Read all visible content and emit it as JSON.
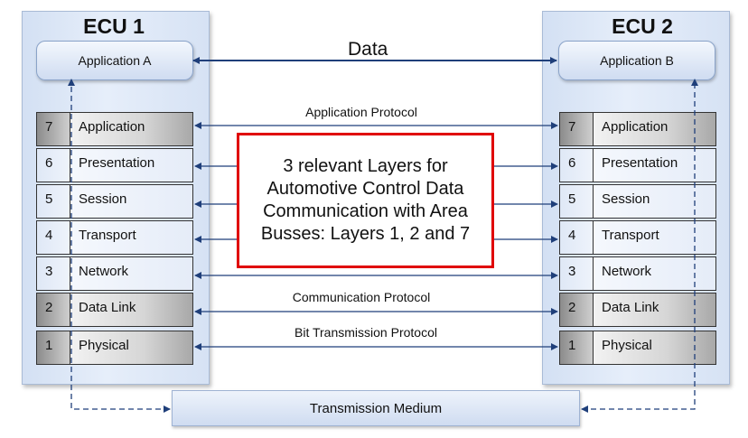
{
  "ecu1": {
    "title": "ECU 1",
    "app": "Application A",
    "layers": [
      {
        "num": "7",
        "name": "Application"
      },
      {
        "num": "6",
        "name": "Presentation"
      },
      {
        "num": "5",
        "name": "Session"
      },
      {
        "num": "4",
        "name": "Transport"
      },
      {
        "num": "3",
        "name": "Network"
      },
      {
        "num": "2",
        "name": "Data Link"
      },
      {
        "num": "1",
        "name": "Physical"
      }
    ]
  },
  "ecu2": {
    "title": "ECU 2",
    "app": "Application B",
    "layers": [
      {
        "num": "7",
        "name": "Application"
      },
      {
        "num": "6",
        "name": "Presentation"
      },
      {
        "num": "5",
        "name": "Session"
      },
      {
        "num": "4",
        "name": "Transport"
      },
      {
        "num": "3",
        "name": "Network"
      },
      {
        "num": "2",
        "name": "Data Link"
      },
      {
        "num": "1",
        "name": "Physical"
      }
    ]
  },
  "data_label": "Data",
  "protocols": {
    "application": "Application Protocol",
    "communication": "Communication Protocol",
    "bit_transmission": "Bit Transmission Protocol"
  },
  "callout": "3 relevant Layers for Automotive Control Data Communication with Area Busses: Layers 1, 2 and 7",
  "medium": "Transmission Medium",
  "colors": {
    "callout_border": "#e00000",
    "arrow": "#1f3f7a",
    "panel": "#dbe6f6"
  }
}
